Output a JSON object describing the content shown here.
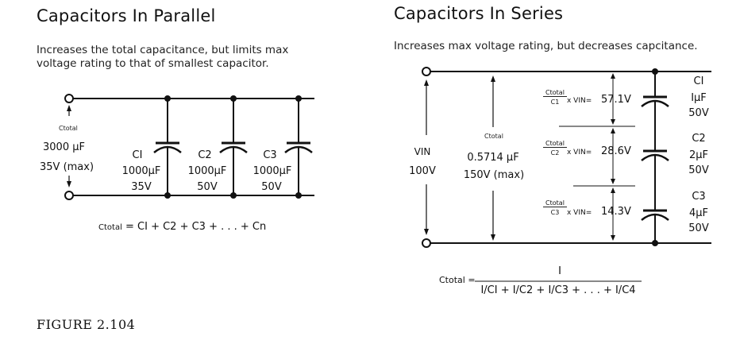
{
  "parallel": {
    "title": "Capacitors In Parallel",
    "description_line1": "Increases the total capacitance, but limits max",
    "description_line2": "voltage rating to that of smallest capacitor.",
    "ctotal_label": "Ctotal",
    "total_capacitance": "3000 µF",
    "total_voltage": "35V (max)",
    "capacitors": [
      {
        "name": "CI",
        "value": "1000µF",
        "voltage": "35V"
      },
      {
        "name": "C2",
        "value": "1000µF",
        "voltage": "50V"
      },
      {
        "name": "C3",
        "value": "1000µF",
        "voltage": "50V"
      }
    ],
    "formula": {
      "lhs": "Ctotal",
      "rhs": "= CI + C2 + C3 + . . . + Cn"
    }
  },
  "series": {
    "title": "Capacitors In Series",
    "description": "Increases max voltage rating, but decreases capcitance.",
    "vin_label": "VIN",
    "vin_value": "100V",
    "ctotal_label": "Ctotal",
    "ctotal_value": "0.5714 µF",
    "ctotal_voltage": "150V (max)",
    "dividers": [
      {
        "num": "Ctotal",
        "den": "C1",
        "mult": "x VIN=",
        "value": "57.1V"
      },
      {
        "num": "Ctotal",
        "den": "C2",
        "mult": "x VIN=",
        "value": "28.6V"
      },
      {
        "num": "Ctotal",
        "den": "C3",
        "mult": "x VIN=",
        "value": "14.3V"
      }
    ],
    "capacitors": [
      {
        "name": "CI",
        "value": "IµF",
        "voltage": "50V"
      },
      {
        "name": "C2",
        "value": "2µF",
        "voltage": "50V"
      },
      {
        "name": "C3",
        "value": "4µF",
        "voltage": "50V"
      }
    ],
    "formula": {
      "lhs": "Ctotal =",
      "numerator": "I",
      "denominator": "I/CI + I/C2 + I/C3 + . . . + I/C4"
    }
  },
  "figure_caption": "FIGURE 2.104"
}
